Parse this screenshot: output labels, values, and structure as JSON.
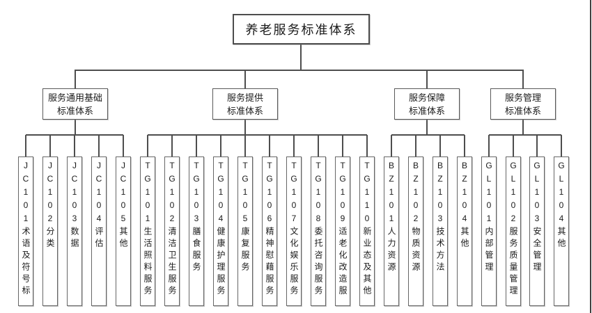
{
  "diagram": {
    "title": "养老服务标准体系",
    "colors": {
      "line": "#4d4d4d",
      "box_border": "#595959",
      "text": "#1a1a1a",
      "background": "#ffffff"
    },
    "branches": [
      {
        "label": "服务通用基础\n标准体系",
        "children": [
          {
            "code": "JC101",
            "name": "术语及符号标志"
          },
          {
            "code": "JC102",
            "name": "分类"
          },
          {
            "code": "JC103",
            "name": "数据"
          },
          {
            "code": "JC104",
            "name": "评估"
          },
          {
            "code": "JC105",
            "name": "其他"
          }
        ]
      },
      {
        "label": "服务提供\n标准体系",
        "children": [
          {
            "code": "TG101",
            "name": "生活照料服务"
          },
          {
            "code": "TG102",
            "name": "清洁卫生服务"
          },
          {
            "code": "TG103",
            "name": "膳食服务"
          },
          {
            "code": "TG104",
            "name": "健康护理服务"
          },
          {
            "code": "TG105",
            "name": "康复服务"
          },
          {
            "code": "TG106",
            "name": "精神慰藉服务"
          },
          {
            "code": "TG107",
            "name": "文化娱乐服务"
          },
          {
            "code": "TG108",
            "name": "委托咨询服务"
          },
          {
            "code": "TG109",
            "name": "适老化改造服务"
          },
          {
            "code": "TG110",
            "name": "新业态及其他"
          }
        ]
      },
      {
        "label": "服务保障\n标准体系",
        "children": [
          {
            "code": "BZ101",
            "name": "人力资源"
          },
          {
            "code": "BZ102",
            "name": "物质资源"
          },
          {
            "code": "BZ103",
            "name": "技术方法"
          },
          {
            "code": "BZ104",
            "name": "其他"
          }
        ]
      },
      {
        "label": "服务管理\n标准体系",
        "children": [
          {
            "code": "GL101",
            "name": "内部管理"
          },
          {
            "code": "GL102",
            "name": "服务质量管理"
          },
          {
            "code": "GL103",
            "name": "安全管理"
          },
          {
            "code": "GL104",
            "name": "其他"
          }
        ]
      }
    ]
  }
}
